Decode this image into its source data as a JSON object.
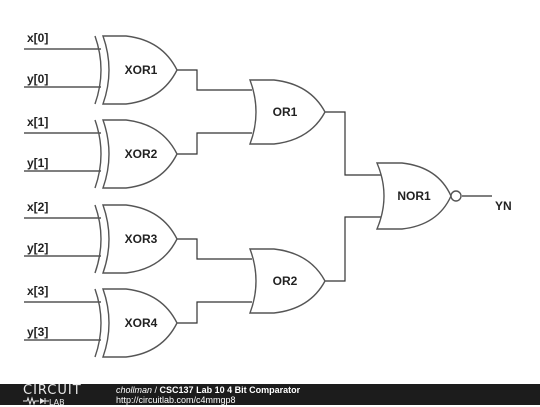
{
  "inputs": [
    "x[0]",
    "y[0]",
    "x[1]",
    "y[1]",
    "x[2]",
    "y[2]",
    "x[3]",
    "y[3]"
  ],
  "gates": {
    "xor1": "XOR1",
    "xor2": "XOR2",
    "xor3": "XOR3",
    "xor4": "XOR4",
    "or1": "OR1",
    "or2": "OR2",
    "nor1": "NOR1"
  },
  "output": "YN",
  "footer": {
    "logo_top": "CIRCUIT",
    "logo_bottom": "LAB",
    "author": "chollman",
    "separator": " / ",
    "title": "CSC137 Lab 10 4 Bit Comparator",
    "url": "http://circuitlab.com/c4mmgp8"
  }
}
